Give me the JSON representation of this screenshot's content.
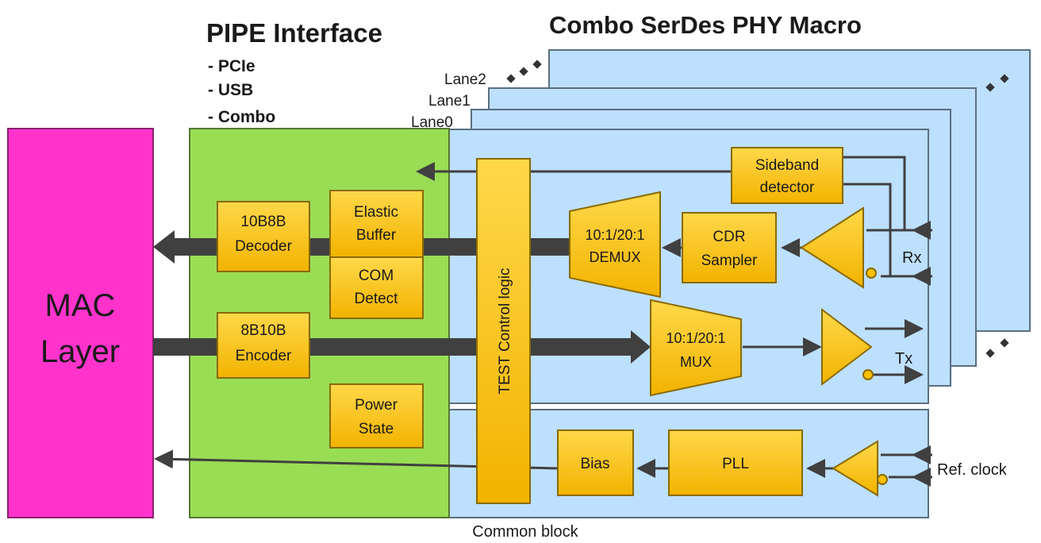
{
  "titles": {
    "pipe": "PIPE Interface",
    "pipe_items": [
      "- PCIe",
      "- USB",
      "- Combo"
    ],
    "phy": "Combo SerDes PHY Macro"
  },
  "lanes": [
    "Lane2",
    "Lane1",
    "Lane0"
  ],
  "mac": {
    "line1": "MAC",
    "line2": "Layer"
  },
  "blocks": {
    "decoder": [
      "10B8B",
      "Decoder"
    ],
    "elastic": [
      "Elastic",
      "Buffer"
    ],
    "com": [
      "COM",
      "Detect"
    ],
    "encoder": [
      "8B10B",
      "Encoder"
    ],
    "power": [
      "Power",
      "State"
    ],
    "test": "TEST Control logic",
    "sideband": [
      "Sideband",
      "detector"
    ],
    "demux": [
      "10:1/20:1",
      "DEMUX"
    ],
    "cdr": [
      "CDR",
      "Sampler"
    ],
    "mux": [
      "10:1/20:1",
      "MUX"
    ],
    "bias": "Bias",
    "pll": "PLL"
  },
  "ports": {
    "rx": "Rx",
    "tx": "Tx",
    "ref": "Ref. clock"
  },
  "common_block": "Common block",
  "colors": {
    "mac": "#ff33cc",
    "pipe": "#99dd55",
    "phy": "#bde0ff",
    "block": "#ffc000",
    "arrow": "#404040"
  }
}
